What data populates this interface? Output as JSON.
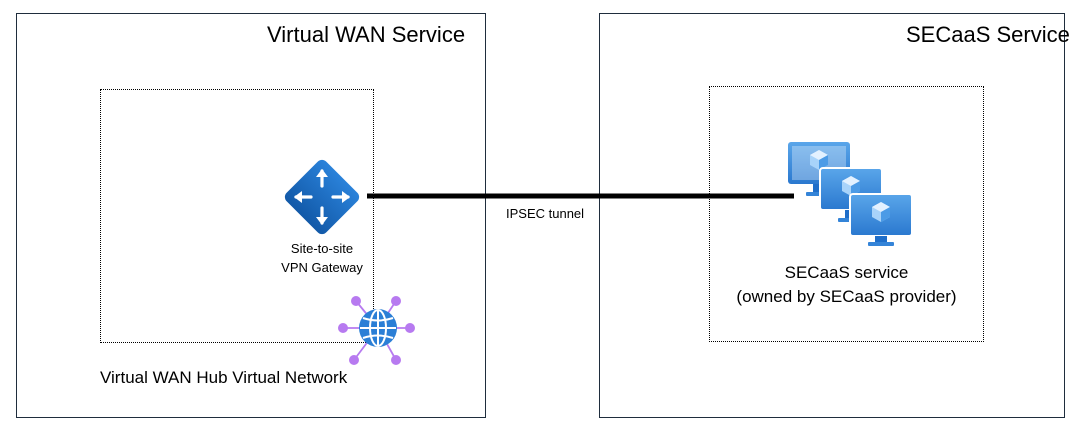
{
  "left_service": {
    "title": "Virtual WAN Service",
    "hub_label": "Virtual WAN Hub Virtual Network",
    "gateway": {
      "icon": "vpn-gateway-icon",
      "label_line1": "Site-to-site",
      "label_line2": "VPN Gateway"
    },
    "hub_icon": "virtual-wan-hub-icon"
  },
  "right_service": {
    "title": "SECaaS Service",
    "secaas": {
      "icon": "virtual-machines-icon",
      "label_line1": "SECaaS service",
      "label_line2": "(owned by SECaaS provider)"
    }
  },
  "connection": {
    "label": "IPSEC tunnel"
  },
  "colors": {
    "azure_blue": "#1e6fc8",
    "azure_light": "#5ea8ea",
    "hub_purple": "#b77af0",
    "border": "#1f2d3d"
  }
}
